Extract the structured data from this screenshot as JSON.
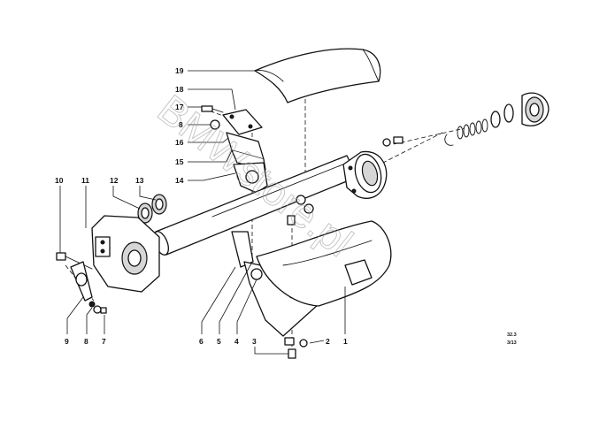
{
  "diagram": {
    "callouts": [
      "19",
      "18",
      "17",
      "8",
      "16",
      "15",
      "14",
      "10",
      "11",
      "12",
      "13",
      "9",
      "8",
      "7",
      "6",
      "5",
      "4",
      "3",
      "2",
      "1"
    ],
    "code_lines": [
      "32.3",
      "3/13"
    ]
  },
  "watermark": {
    "text": "BMWstore.pl"
  }
}
